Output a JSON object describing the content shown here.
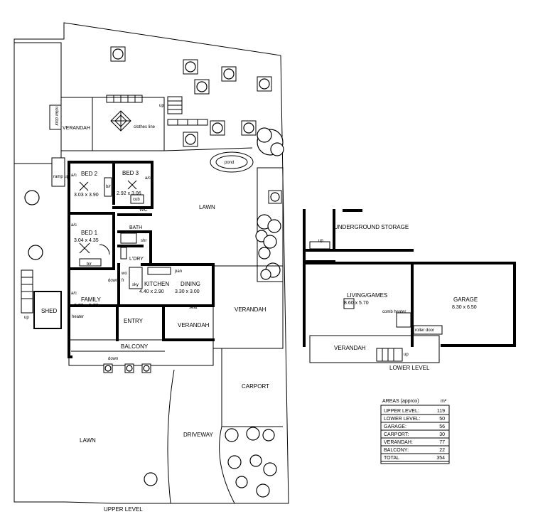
{
  "upper": {
    "verandah_top": "VERANDAH",
    "roller_door": "roller door",
    "ramp_up": "ramp up",
    "clothes_line": "clothes line",
    "up": "up",
    "pond": "pond",
    "lawn_top": "LAWN",
    "bed2": "BED 2",
    "bed2_size": "3.03 x 3.90",
    "bed3": "BED 3",
    "bed3_size": "2.92 x 3.06",
    "cub": "cub",
    "wc": "WC",
    "bath": "BATH",
    "shr": "shr",
    "ldry": "L'DRY",
    "bed1": "BED 1",
    "bed1_size": "3.04 x 4.35",
    "ac": "a/c",
    "blr": "b/r",
    "down": "down",
    "sky": "sky",
    "fr": "fr",
    "wo": "wo",
    "pan": "pan",
    "kitchen": "KITCHEN",
    "kitchen_size": "4.40 x 2.90",
    "dining": "DINING",
    "dining_size": "3.30 x 3.00",
    "family": "FAMILY",
    "family_size": "3.70 x 5.70",
    "heater": "heater",
    "entry": "ENTRY",
    "seat": "seat",
    "verandah_small": "VERANDAH",
    "verandah_right": "VERANDAH",
    "balcony": "BALCONY",
    "shed": "SHED",
    "carport": "CARPORT",
    "driveway": "DRIVEWAY",
    "lawn_bottom": "LAWN",
    "level_title": "UPPER LEVEL"
  },
  "lower": {
    "storage": "UNDERGROUND STORAGE",
    "living": "LIVING/GAMES",
    "living_size": "8.60 x 5.70",
    "comb_heater": "comb heater",
    "garage": "GARAGE",
    "garage_size": "8.30 x 6.50",
    "roller_door": "roller door",
    "verandah": "VERANDAH",
    "up": "up",
    "level_title": "LOWER LEVEL"
  },
  "areas": {
    "title": "AREAS (approx)",
    "unit": "m²",
    "rows": [
      {
        "label": "UPPER LEVEL:",
        "value": "119"
      },
      {
        "label": "LOWER LEVEL:",
        "value": "50"
      },
      {
        "label": "GARAGE:",
        "value": "56"
      },
      {
        "label": "CARPORT:",
        "value": "30"
      },
      {
        "label": "VERANDAH:",
        "value": "77"
      },
      {
        "label": "BALCONY:",
        "value": "22"
      },
      {
        "label": "TOTAL",
        "value": "354"
      }
    ]
  }
}
